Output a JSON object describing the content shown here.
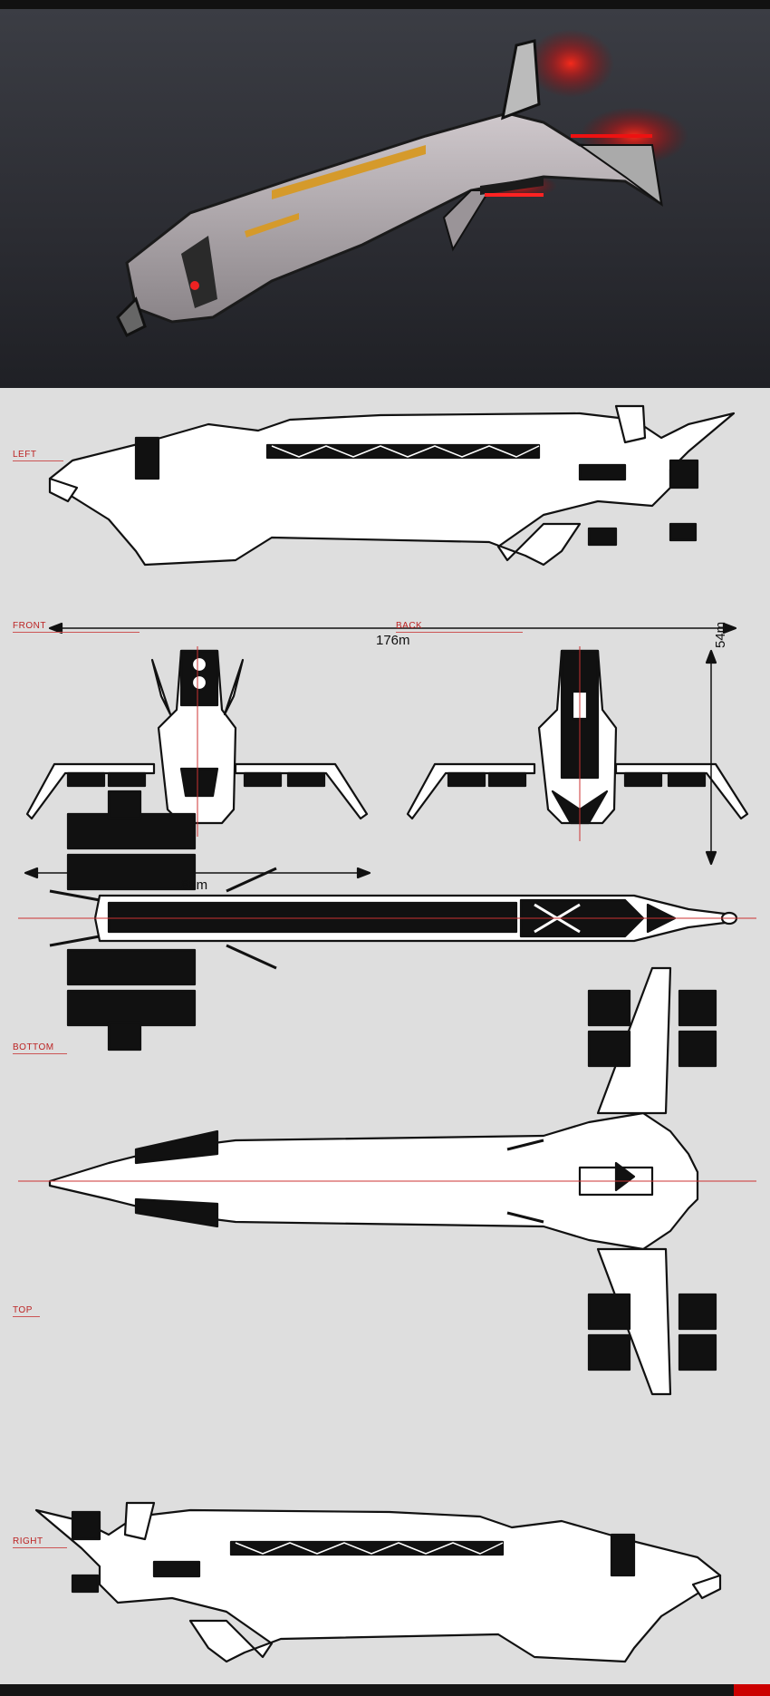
{
  "views": {
    "left": "LEFT",
    "front": "FRONT",
    "back": "BACK",
    "bottom": "BOTTOM",
    "top": "TOP",
    "right": "RIGHT"
  },
  "dimensions": {
    "length": "176m",
    "width": "88m",
    "height": "54m"
  },
  "colors": {
    "accent_red": "#c0262c",
    "ink": "#111111",
    "paper": "#dedede",
    "hero_bg": "#2e2f35"
  }
}
